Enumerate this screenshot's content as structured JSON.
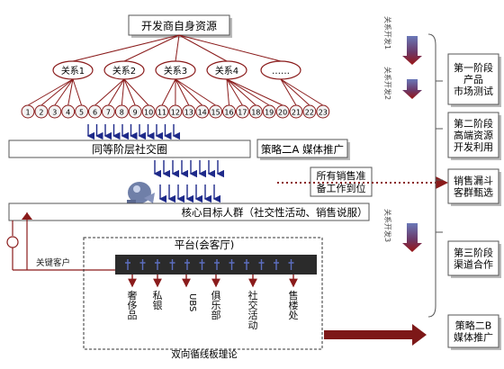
{
  "top_box": "开发商自身资源",
  "clusters": [
    "关系1",
    "关系2",
    "关系3",
    "关系4",
    "……"
  ],
  "nodes": [
    "1",
    "2",
    "3",
    "4",
    "5",
    "6",
    "7",
    "8",
    "9",
    "10",
    "11",
    "12",
    "13",
    "14",
    "15",
    "16",
    "17",
    "18",
    "19",
    "20",
    "21",
    "22",
    "23"
  ],
  "peer_circle": "同等阶层社交圈",
  "strategy_2a": "策略二A 媒体推广",
  "sales_prep": [
    "所有销售准",
    "备工作到位"
  ],
  "core_target": "核心目标人群（社交性活动、销售说服）",
  "key_contact_label": "关键客户",
  "platform_title": "平台(会客厅)",
  "platform_items": [
    "奢侈品",
    "私银",
    "UBS",
    "俱乐部",
    "社交活动",
    "售楼处"
  ],
  "two_way": "双向循线板理论",
  "timeline_labels": [
    "关系开发1",
    "关系开发2",
    "关系开发3"
  ],
  "phases": [
    [
      "第一阶段",
      "产品",
      "市场测试"
    ],
    [
      "第二阶段",
      "高端资源",
      "开发利用"
    ],
    [
      "销售漏斗",
      "客群甄选"
    ],
    [
      "第三阶段",
      "渠道合作"
    ],
    [
      "策略二B",
      "媒体推广"
    ]
  ],
  "colors": {
    "cluster_stroke": "#8a1b1b",
    "node_fill": "#f2f2f2",
    "arrow_blue": "#1e2a8a",
    "dotted_red": "#8a1b1b",
    "platform_bg": "#2b2b2b",
    "block_arrow": "#8e1a1a"
  }
}
